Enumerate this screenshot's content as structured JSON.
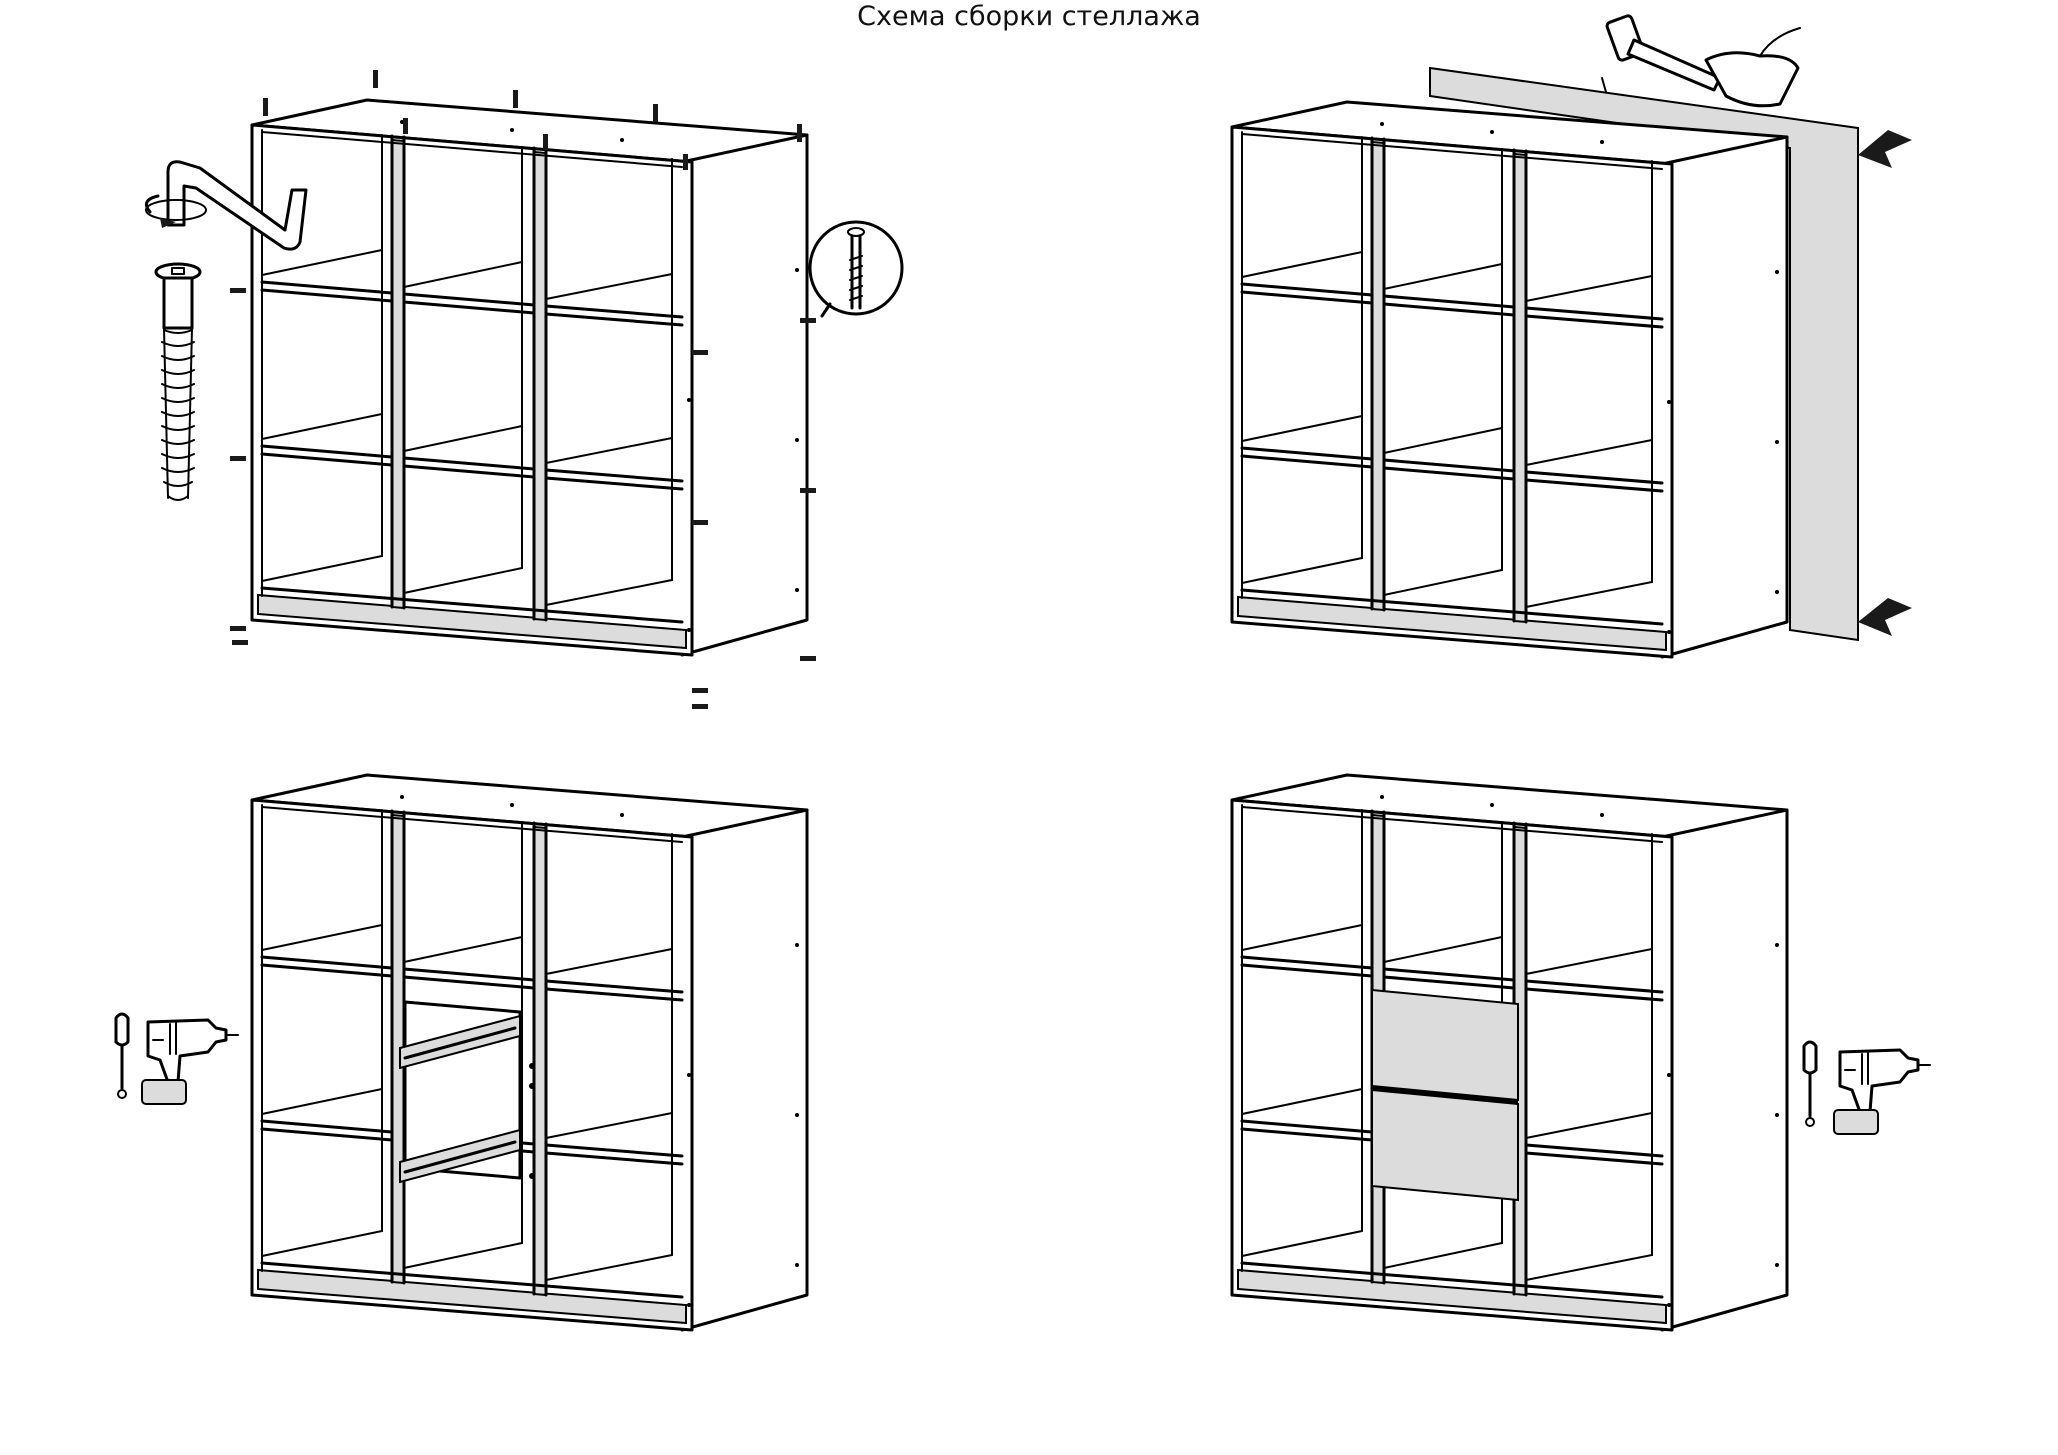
{
  "title": "Схема сборки стеллажа",
  "colors": {
    "line": "#000000",
    "panel_gray": "#dcdcdc",
    "background": "#ffffff"
  },
  "steps": [
    {
      "name": "step-1",
      "grid": "3x3",
      "icons": [
        "allen-key-icon",
        "confirmat-screw-icon",
        "screw-callout-icon"
      ],
      "dowels": true
    },
    {
      "name": "step-2",
      "grid": "3x3",
      "icons": [
        "hammer-icon",
        "arrow-icon",
        "arrow-icon"
      ],
      "back_panel": true
    },
    {
      "name": "step-3",
      "grid": "3x3",
      "icons": [
        "screwdriver-icon",
        "drill-icon"
      ],
      "drawer_rails": true
    },
    {
      "name": "step-4",
      "grid": "3x3",
      "icons": [
        "screwdriver-icon",
        "drill-icon"
      ],
      "drawers": 2
    }
  ]
}
